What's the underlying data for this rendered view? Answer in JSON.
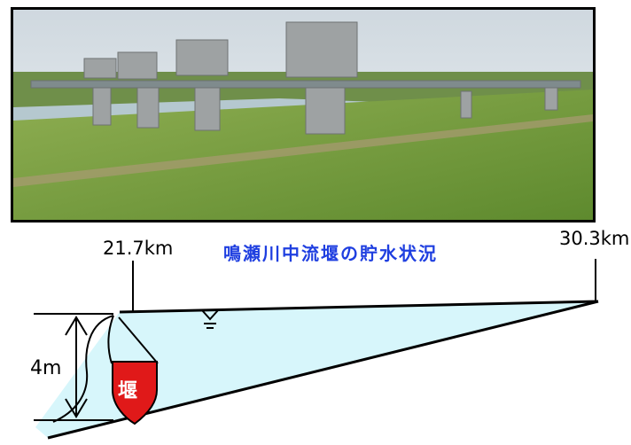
{
  "labels": {
    "km_start": "21.7km",
    "km_end": "30.3km",
    "title": "鳴瀬川中流堰の貯水状況",
    "height": "4m",
    "weir": "堰"
  },
  "colors": {
    "title": "#1f3fe0",
    "water": "#d7f6fb",
    "weir": "#e01919"
  },
  "photo": {
    "subject": "weir-gates-over-river-with-grass-levee"
  }
}
